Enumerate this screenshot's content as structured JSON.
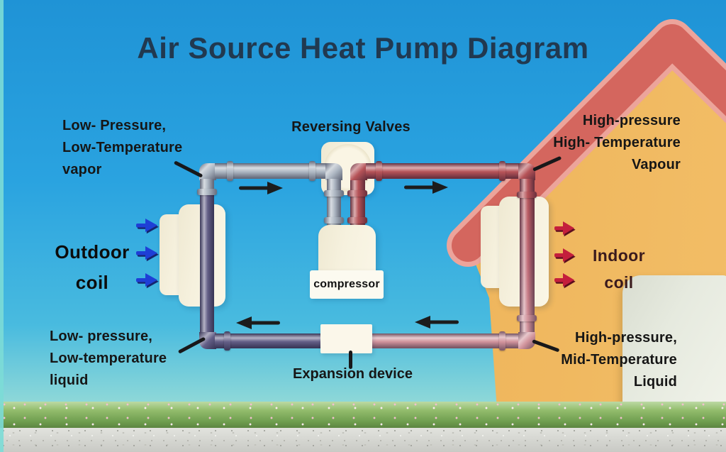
{
  "title": "Air Source Heat Pump Diagram",
  "components": {
    "reversing_valves": "Reversing Valves",
    "compressor": "compressor",
    "expansion_device": "Expansion device",
    "outdoor_coil": {
      "lines": [
        "Outdoor",
        "coil"
      ]
    },
    "indoor_coil": {
      "lines": [
        "Indoor",
        "coil"
      ]
    }
  },
  "state_labels": {
    "top_left": {
      "lines": [
        "Low- Pressure,",
        "Low-Temperature",
        "vapor"
      ]
    },
    "top_right": {
      "lines": [
        "High-pressure",
        "High- Temperature",
        "Vapour"
      ]
    },
    "bottom_left": {
      "lines": [
        "Low- pressure,",
        "Low-temperature",
        "liquid"
      ]
    },
    "bottom_right": {
      "lines": [
        "High-pressure,",
        "Mid-Temperature",
        "Liquid"
      ]
    }
  },
  "colors": {
    "sky_top": "#1f93d6",
    "sky_bottom": "#a9e4de",
    "roof": "#d4665e",
    "roof_rim": "#eca49b",
    "wall": "#e8a94e",
    "component_cream": "#f6f1de",
    "pipe_gray": "#aab4c0",
    "pipe_purple": "#5b5680",
    "pipe_red": "#b24a4f",
    "pipe_pink": "#cf8e97",
    "arrow_black": "#1c1c1c",
    "arrow_blue": "#1e3fd6",
    "arrow_red": "#c41f3c",
    "title_color": "#213950"
  }
}
